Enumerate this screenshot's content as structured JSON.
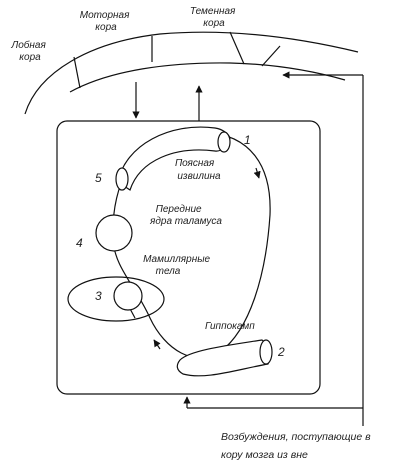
{
  "cortex": {
    "frontal": [
      "Лобная",
      "кора"
    ],
    "motor": [
      "Моторная",
      "кора"
    ],
    "parietal": [
      "Теменная",
      "кора"
    ]
  },
  "structures": {
    "cingulate": [
      "Поясная",
      "извилина"
    ],
    "thalamus": [
      "Передние",
      "ядра таламуса"
    ],
    "mamillary": [
      "Мамиллярные",
      "тела"
    ],
    "hippocampus": "Гиппокамп"
  },
  "numbers": [
    "1",
    "2",
    "3",
    "4",
    "5"
  ],
  "caption": [
    "Возбуждения, поступающие в",
    "кору мозга из вне"
  ]
}
